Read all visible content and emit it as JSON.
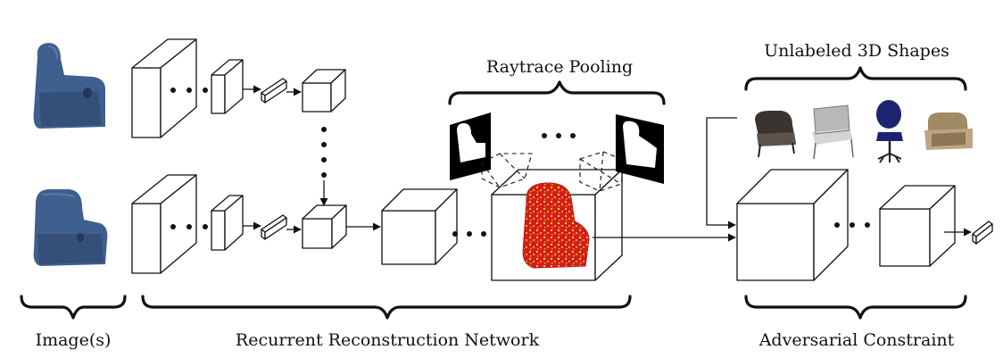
{
  "labels": {
    "images": "Image(s)",
    "network": "Recurrent Reconstruction Network",
    "adversarial": "Adversarial Constraint",
    "raytrace": "Raytrace Pooling",
    "unlabeled": "Unlabeled 3D Shapes"
  },
  "colors": {
    "recliner": "#3f5f8f",
    "voxel_red": "#d71c1c",
    "voxel_yellow": "#e9d23a",
    "line": "#111111"
  },
  "icons": {
    "input_images": "blue-recliner-photo",
    "unlabeled_shapes": [
      "armchair-dark",
      "armchair-silver",
      "office-chair-blue",
      "armchair-beige"
    ],
    "silhouettes": "chair-silhouette-mask"
  }
}
